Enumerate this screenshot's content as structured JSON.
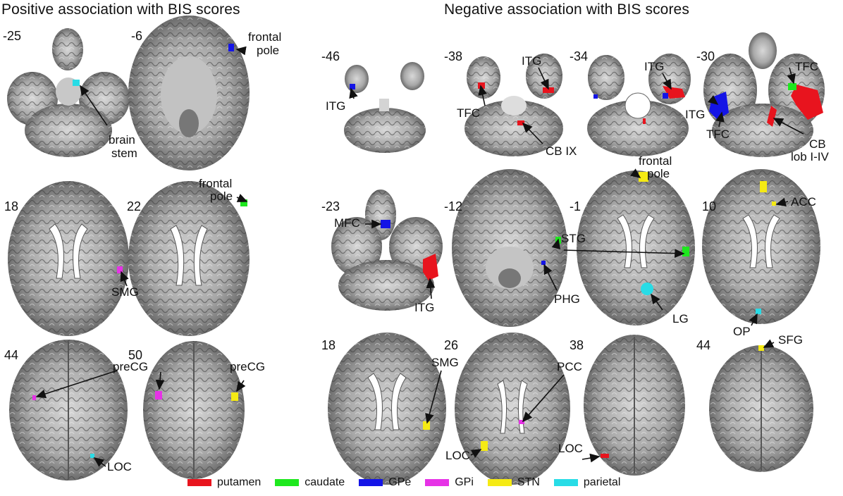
{
  "titles": {
    "left": "Positive association with BIS scores",
    "right": "Negative association with BIS scores"
  },
  "slice_numbers": {
    "p_r1a": "-25",
    "p_r1b": "-6",
    "p_r2a": "18",
    "p_r2b": "22",
    "p_r3a": "44",
    "p_r3b": "50",
    "n_r1a": "-46",
    "n_r1b": "-38",
    "n_r1c": "-34",
    "n_r1d": "-30",
    "n_r2a": "-23",
    "n_r2b": "-12",
    "n_r2c": "-1",
    "n_r2d": "10",
    "n_r3a": "18",
    "n_r3b": "26",
    "n_r3c": "38",
    "n_r3d": "44"
  },
  "labels": {
    "frontal_pole_1a": "frontal",
    "frontal_pole_1b": "pole",
    "brain_stem_a": "brain",
    "brain_stem_b": "stem",
    "frontal_pole_2a": "frontal",
    "frontal_pole_2b": "pole",
    "smg_pos": "SMG",
    "precg_a": "preCG",
    "precg_b": "preCG",
    "loc_pos": "LOC",
    "itg_46": "ITG",
    "itg_38": "ITG",
    "tfc_38": "TFC",
    "cb_ix": "CB IX",
    "itg_34": "ITG",
    "tfc_30a": "TFC",
    "itg_30": "ITG",
    "tfc_30b": "TFC",
    "cb_lob_a": "CB",
    "cb_lob_b": "lob I-IV",
    "mfc": "MFC",
    "itg_23": "ITG",
    "stg": "STG",
    "phg": "PHG",
    "frontal_pole_3a": "frontal",
    "frontal_pole_3b": "pole",
    "lg": "LG",
    "acc": "ACC",
    "op": "OP",
    "smg_neg": "SMG",
    "loc_neg1": "LOC",
    "pcc": "PCC",
    "loc_neg2": "LOC",
    "sfg": "SFG"
  },
  "legend": [
    {
      "label": "putamen",
      "color": "#e8141e"
    },
    {
      "label": "caudate",
      "color": "#1ee81e"
    },
    {
      "label": "GPe",
      "color": "#1414e6"
    },
    {
      "label": "GPi",
      "color": "#e632e6"
    },
    {
      "label": "STN",
      "color": "#f5ea14"
    },
    {
      "label": "parietal",
      "color": "#28dce6"
    }
  ]
}
